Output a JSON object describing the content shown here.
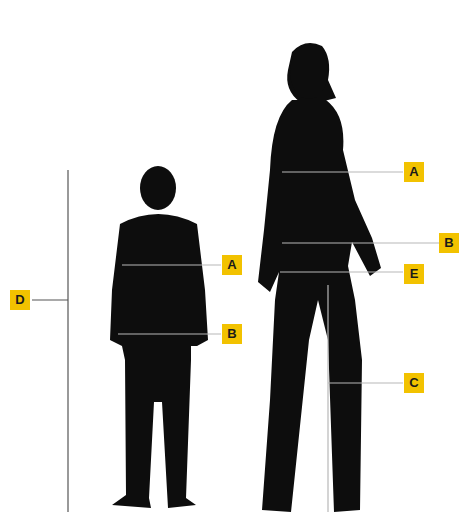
{
  "diagram": {
    "labels": [
      "A",
      "B",
      "E",
      "C",
      "D",
      "A",
      "B"
    ]
  }
}
